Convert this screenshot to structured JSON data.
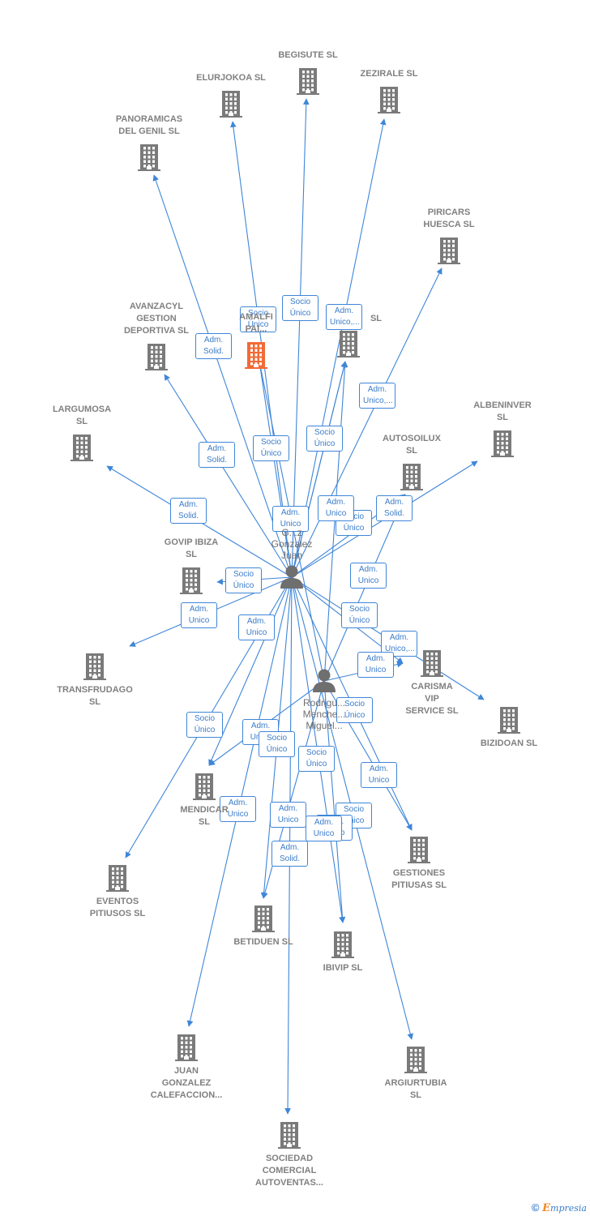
{
  "colors": {
    "edge": "#3f86d8",
    "building": "#7a7a7a",
    "focus_building": "#f26a35",
    "person": "#6f6f6f"
  },
  "companies": [
    {
      "id": "begisute",
      "label": "BEGISUTE  SL"
    },
    {
      "id": "elurjokoa",
      "label": "ELURJOKOA SL"
    },
    {
      "id": "zezirale",
      "label": "ZEZIRALE  SL"
    },
    {
      "id": "panoramicas",
      "label": "PANORAMICAS\nDEL GENIL  SL"
    },
    {
      "id": "piricars",
      "label": "PIRICARS\nHUESCA  SL"
    },
    {
      "id": "avanzacyl",
      "label": "AVANZACYL\nGESTION\nDEPORTIVA SL"
    },
    {
      "id": "amalfi",
      "label": "AMALFI\nPAI...",
      "focus": true
    },
    {
      "id": "unnamed_sl",
      "label": "SL"
    },
    {
      "id": "largumosa",
      "label": "LARGUMOSA\nSL"
    },
    {
      "id": "albeninver",
      "label": "ALBENINVER\nSL"
    },
    {
      "id": "autosoilux",
      "label": "AUTOSOILUX\nSL"
    },
    {
      "id": "govip",
      "label": "GOVIP IBIZA\nSL"
    },
    {
      "id": "transfrudago",
      "label": "TRANSFRUDAGO\nSL"
    },
    {
      "id": "carisma",
      "label": "CARISMA\nVIP\nSERVICE  SL"
    },
    {
      "id": "bizidoan",
      "label": "BIZIDOAN  SL"
    },
    {
      "id": "mendicar",
      "label": "MENDICAR\nSL"
    },
    {
      "id": "gestiones",
      "label": "GESTIONES\nPITIUSAS  SL"
    },
    {
      "id": "eventos",
      "label": "EVENTOS\nPITIUSOS  SL"
    },
    {
      "id": "betiduen",
      "label": "BETIDUEN  SL"
    },
    {
      "id": "ibivip",
      "label": "IBIVIP  SL"
    },
    {
      "id": "juan_gonzalez",
      "label": "JUAN\nGONZALEZ\nCALEFACCION..."
    },
    {
      "id": "argiurtubia",
      "label": "ARGIURTUBIA\nSL"
    },
    {
      "id": "sociedad",
      "label": "SOCIEDAD\nCOMERCIAL\nAUTOVENTAS..."
    }
  ],
  "persons": [
    {
      "id": "p1",
      "label": "G...z\nGonzalez\nJuan"
    },
    {
      "id": "p2",
      "label": "Rodrigu...\nMenche...\nMiguel..."
    }
  ],
  "relations": [
    {
      "from": "p1",
      "to": "begisute",
      "label": "Socio\nÚnico"
    },
    {
      "from": "p1",
      "to": "elurjokoa",
      "label": "Socio\nÚnico"
    },
    {
      "from": "p1",
      "to": "zezirale",
      "label": "Adm.\nUnico,..."
    },
    {
      "from": "p1",
      "to": "panoramicas",
      "label": "Adm.\nSolid."
    },
    {
      "from": "p1",
      "to": "piricars",
      "label": "Adm.\nUnico,..."
    },
    {
      "from": "p1",
      "to": "avanzacyl",
      "label": "Adm.\nSolid."
    },
    {
      "from": "p1",
      "to": "amalfi",
      "label": "Socio\nÚnico"
    },
    {
      "from": "p1",
      "to": "unnamed_sl",
      "label": "Socio\nÚnico"
    },
    {
      "from": "p1",
      "to": "largumosa",
      "label": "Adm.\nSolid."
    },
    {
      "from": "p1",
      "to": "albeninver",
      "label": "Adm.\nSolid."
    },
    {
      "from": "p1",
      "to": "autosoilux",
      "label": "Socio\nÚnico"
    },
    {
      "from": "p1",
      "to": "govip",
      "label": "Socio\nÚnico"
    },
    {
      "from": "p1",
      "to": "transfrudago",
      "label": "Adm.\nUnico"
    },
    {
      "from": "p1",
      "to": "carisma",
      "label": "Socio\nÚnico"
    },
    {
      "from": "p1",
      "to": "bizidoan",
      "label": "Adm.\nUnico,..."
    },
    {
      "from": "p1",
      "to": "mendicar",
      "label": "Adm.\nUnico"
    },
    {
      "from": "p1",
      "to": "gestiones",
      "label": "Socio\nÚnico"
    },
    {
      "from": "p1",
      "to": "eventos",
      "label": "Socio\nÚnico"
    },
    {
      "from": "p1",
      "to": "betiduen",
      "label": "Adm.\nUnico"
    },
    {
      "from": "p1",
      "to": "ibivip",
      "label": "Socio\nÚnico"
    },
    {
      "from": "p1",
      "to": "juan_gonzalez",
      "label": "Adm.\nUnico"
    },
    {
      "from": "p1",
      "to": "argiurtubia",
      "label": "Socio\nÚnico"
    },
    {
      "from": "p1",
      "to": "sociedad",
      "label": "Adm.\nSolid."
    },
    {
      "from": "p1",
      "to": "unnamed_sl",
      "label": "Adm.\nUnico"
    },
    {
      "from": "p2",
      "to": "autosoilux",
      "label": "Adm.\nUnico"
    },
    {
      "from": "p2",
      "to": "carisma",
      "label": "Adm.\nUnico"
    },
    {
      "from": "p2",
      "to": "mendicar",
      "label": "Adm.\nUnico"
    },
    {
      "from": "p2",
      "to": "gestiones",
      "label": "Adm.\nUnico"
    },
    {
      "from": "p2",
      "to": "betiduen",
      "label": "Socio\nÚnico"
    },
    {
      "from": "p2",
      "to": "ibivip",
      "label": "Adm.\nUnico"
    },
    {
      "from": "p2",
      "to": "amalfi",
      "label": "Adm.\nUnico"
    },
    {
      "from": "p2",
      "to": "unnamed_sl",
      "label": "Adm.\nUnico"
    }
  ],
  "footer": {
    "copyright": "©",
    "brand_e": "E",
    "brand_rest": "mpresia"
  }
}
